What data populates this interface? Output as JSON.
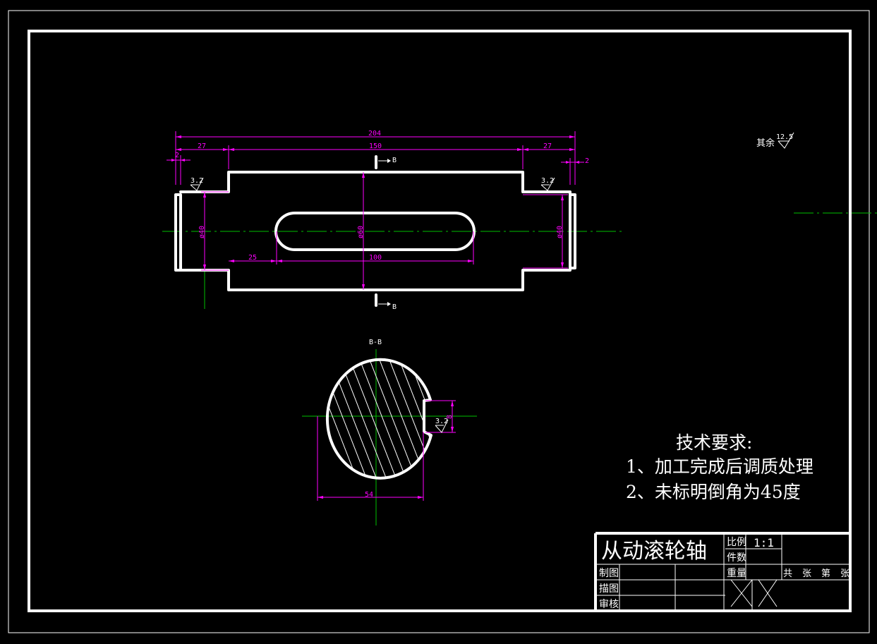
{
  "dimensions": {
    "overall_length": "204",
    "left_journal_length": "27",
    "middle_length": "150",
    "right_journal_length": "27",
    "chamfer_left": "2",
    "chamfer_right": "2",
    "left_journal_dia": "ø40",
    "body_dia": "ø60",
    "right_journal_dia": "ø40",
    "keyway_offset": "25",
    "keyway_length": "100",
    "section_depth": "54",
    "key_width": "8"
  },
  "roughness": {
    "left_journal": "3.2",
    "right_journal": "3.2",
    "keyway": "3.2",
    "general_label": "其余",
    "general_value": "12.5"
  },
  "section": {
    "marker": "B",
    "title": "B-B"
  },
  "tech_req": {
    "title": "技术要求:",
    "item1": "1、加工完成后调质处理",
    "item2": "2、未标明倒角为45度"
  },
  "title_block": {
    "part_name": "从动滚轮轴",
    "scale_label": "比例",
    "scale_value": "1:1",
    "qty_label": "件数",
    "weight_label": "重量",
    "sheet_text": "共 张 第 张",
    "drawn_label": "制图",
    "traced_label": "描图",
    "checked_label": "审核"
  },
  "colors": {
    "background": "#000000",
    "object_lines": "#ffffff",
    "dimensions": "#ff00ff",
    "center_lines": "#00c000"
  }
}
